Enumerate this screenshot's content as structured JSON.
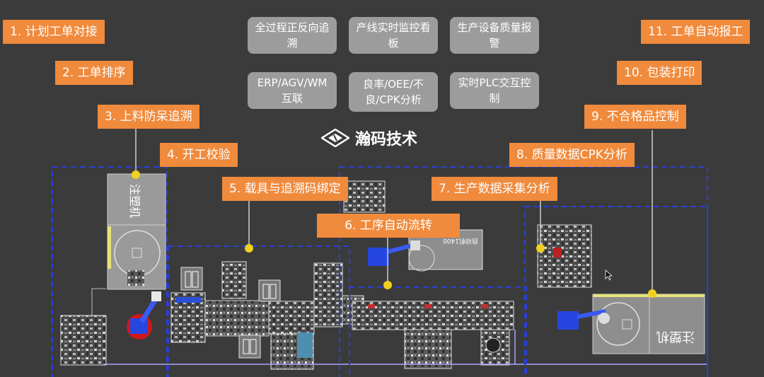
{
  "labels": [
    "1. 计划工单对接",
    "2. 工单排序",
    "3. 上料防呆追溯",
    "4. 开工校验",
    "5. 载具与追溯码绑定",
    "6. 工序自动流转",
    "7. 生产数据采集分析",
    "8. 质量数据CPK分析",
    "9. 不合格品控制",
    "10. 包装打印",
    "11. 工单自动报工"
  ],
  "features": [
    "全过程正反向追溯",
    "产线实时监控看板",
    "生产设备质量报警",
    "ERP/AGV/WM互联",
    "良率/OEE/不良/CPK分析",
    "实时PLC交互控制"
  ],
  "brand": {
    "name": "瀚码技术",
    "logo": "diamond-logo-icon"
  },
  "machines": {
    "left": "注塑机",
    "right": "注塑机",
    "upper": "自动机1400"
  },
  "colors": {
    "background": "#3b3b3b",
    "label": "#f08a3c",
    "pill": "#9c9c9c",
    "boundary": "#2a3fd6",
    "marker": "#f0d020"
  }
}
